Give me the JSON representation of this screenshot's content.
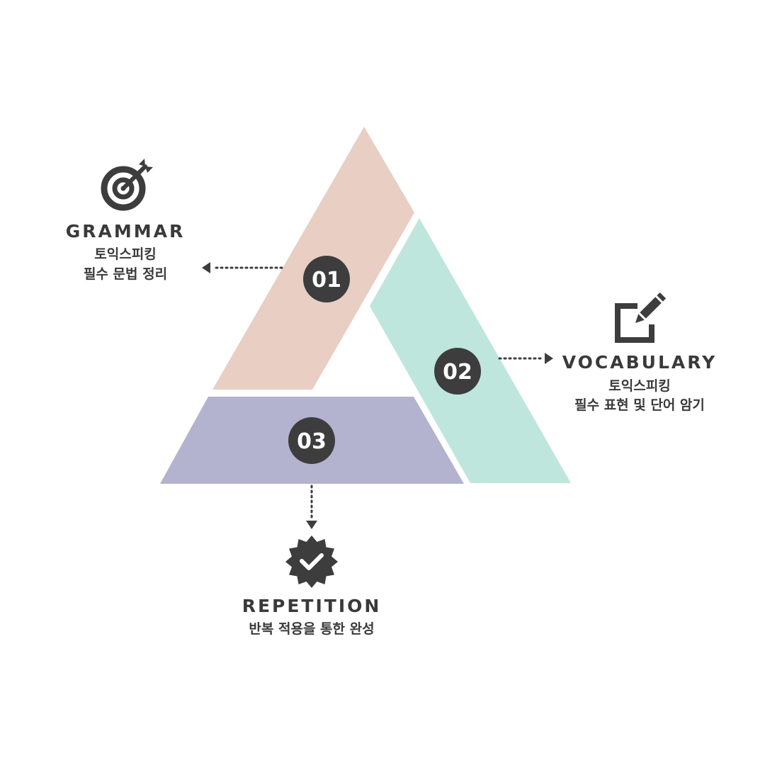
{
  "colors": {
    "segment_1": "#e8cec3",
    "segment_2": "#bfe6dc",
    "segment_3": "#b3b2cf",
    "badge": "#3d3d3d",
    "text": "#3a3a3a",
    "arrow": "#3d3d3d"
  },
  "segments": [
    {
      "number": "01",
      "title": "GRAMMAR",
      "subtitle_lines": [
        "토익스피킹",
        "필수 문법 정리"
      ],
      "icon": "target-icon"
    },
    {
      "number": "02",
      "title": "VOCABULARY",
      "subtitle_lines": [
        "토익스피킹",
        "필수 표현 및 단어 암기"
      ],
      "icon": "edit-icon"
    },
    {
      "number": "03",
      "title": "REPETITION",
      "subtitle_lines": [
        "반복 적용을 통한 완성"
      ],
      "icon": "verified-badge-icon"
    }
  ]
}
